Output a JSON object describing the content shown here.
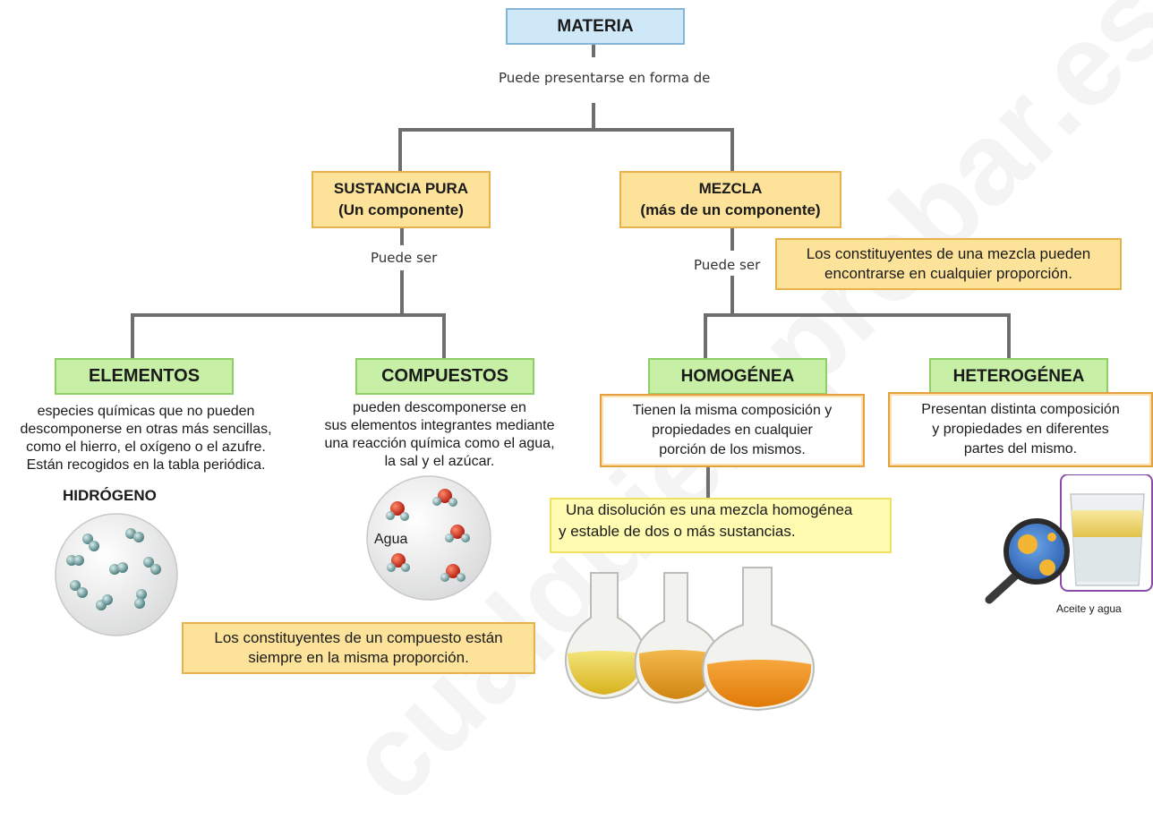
{
  "root": {
    "title": "MATERIA",
    "connector_label": "Puede presentarse en forma de"
  },
  "sustancia_pura": {
    "line1": "SUSTANCIA PURA",
    "line2": "(Un componente)",
    "connector_label": "Puede ser"
  },
  "mezcla": {
    "line1": "MEZCLA",
    "line2": "(más de un componente)",
    "connector_label": "Puede ser",
    "note_line1": "Los constituyentes de una mezcla pueden",
    "note_line2": "encontrarse en cualquier proporción."
  },
  "elementos": {
    "title": "ELEMENTOS",
    "desc": [
      "especies químicas que no pueden",
      "descomponerse en otras más sencillas,",
      "como el hierro, el oxígeno o el azufre.",
      "Están recogidos en la tabla periódica."
    ],
    "image_label": "HIDRÓGENO"
  },
  "compuestos": {
    "title": "COMPUESTOS",
    "desc": [
      "pueden descomponerse en",
      "sus elementos  integrantes mediante",
      "una reacción química como el agua,",
      "la sal y el azúcar."
    ],
    "image_label": "Agua",
    "note_line1": "Los constituyentes de un compuesto están",
    "note_line2": "siempre en la misma proporción."
  },
  "homogenea": {
    "title": "HOMOGÉNEA",
    "desc": [
      "Tienen la misma composición y",
      "propiedades en cualquier",
      "porción de los mismos."
    ],
    "note_line1": "Una disolución es una mezcla homogénea",
    "note_line2": "y estable de dos o más sustancias."
  },
  "heterogenea": {
    "title": "HETEROGÉNEA",
    "desc": [
      "Presentan distinta composición",
      "y propiedades en diferentes",
      "partes del mismo."
    ],
    "image_label": "Aceite y agua"
  },
  "watermark": "cualquieraprobar.es",
  "colors": {
    "connector": "#6e6e6e",
    "orange_fill": "#fde39a",
    "green_fill": "#c7f0a6",
    "top_fill": "#cfe8f7",
    "yellow_fill": "#fffbb0"
  }
}
